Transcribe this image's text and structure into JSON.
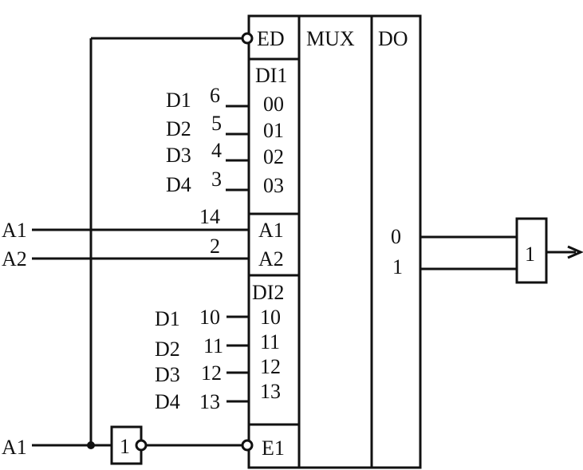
{
  "blocks": {
    "ed": "ED",
    "mux": "MUX",
    "do": "DO",
    "di1": "DI1",
    "di2": "DI2",
    "a1": "A1",
    "a2": "A2",
    "e1": "E1"
  },
  "di1_pins": [
    {
      "signal": "D1",
      "pin": "6",
      "addr": "00"
    },
    {
      "signal": "D2",
      "pin": "5",
      "addr": "01"
    },
    {
      "signal": "D3",
      "pin": "4",
      "addr": "02"
    },
    {
      "signal": "D4",
      "pin": "3",
      "addr": "03"
    }
  ],
  "di2_pins": [
    {
      "signal": "D1",
      "pin": "10",
      "addr": "10"
    },
    {
      "signal": "D2",
      "pin": "11",
      "addr": "11"
    },
    {
      "signal": "D3",
      "pin": "12",
      "addr": "12"
    },
    {
      "signal": "D4",
      "pin": "13",
      "addr": "13"
    }
  ],
  "address_inputs": [
    {
      "name": "A1",
      "pin": "14"
    },
    {
      "name": "A2",
      "pin": "2"
    }
  ],
  "enable_input": "A1",
  "outputs": [
    "0",
    "1"
  ],
  "inverter_label": "1",
  "or_gate_label": "1"
}
